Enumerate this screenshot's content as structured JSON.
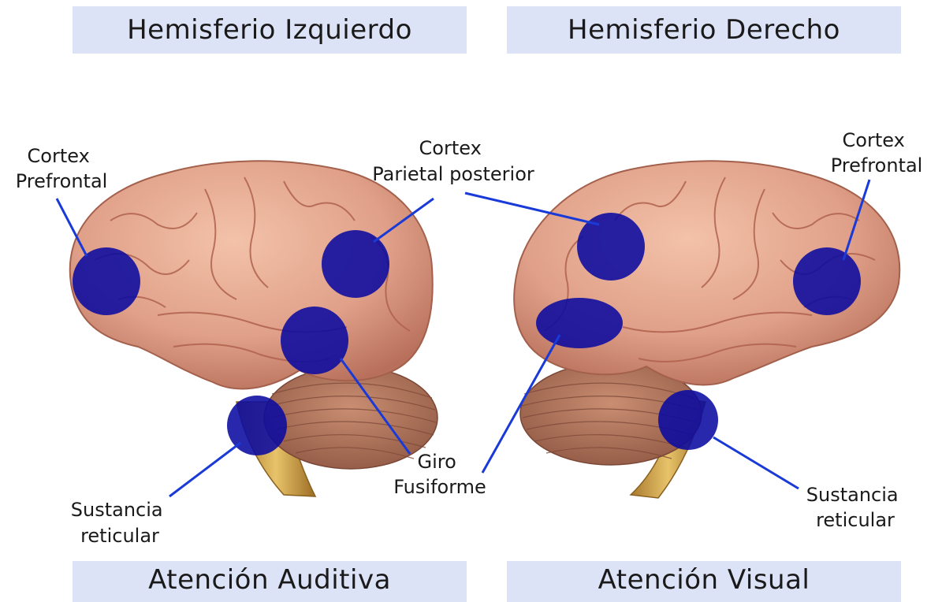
{
  "banners": {
    "top_left": "Hemisferio Izquierdo",
    "top_right": "Hemisferio Derecho",
    "bottom_left": "Atención Auditiva",
    "bottom_right": "Atención Visual"
  },
  "labels": {
    "left_prefrontal": [
      "Cortex",
      "Prefrontal"
    ],
    "parietal": [
      "Cortex",
      "Parietal posterior"
    ],
    "right_prefrontal": [
      "Cortex",
      "Prefrontal"
    ],
    "fusiform": [
      "Giro",
      "Fusiforme"
    ],
    "left_reticular": [
      "Sustancia",
      "reticular"
    ],
    "right_reticular": [
      "Sustancia",
      "reticular"
    ]
  },
  "colors": {
    "banner_bg": "#dde3f7",
    "region_fill": "#0a0aa0",
    "leader_line": "#1a3ad8",
    "brain": "#e2a48c",
    "cerebellum": "#b77d63",
    "brainstem": "#d8b25a"
  }
}
